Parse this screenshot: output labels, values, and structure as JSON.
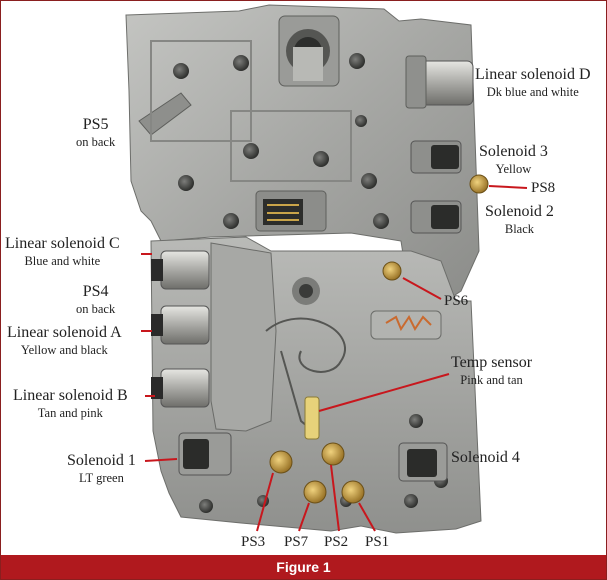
{
  "caption": "Figure 1",
  "labels": {
    "linear_solenoid_d": {
      "name": "Linear solenoid D",
      "desc": "Dk blue and white"
    },
    "ps5": {
      "name": "PS5",
      "desc": "on back"
    },
    "solenoid_3": {
      "name": "Solenoid 3",
      "desc": "Yellow"
    },
    "ps8": {
      "name": "PS8"
    },
    "solenoid_2": {
      "name": "Solenoid 2",
      "desc": "Black"
    },
    "linear_solenoid_c": {
      "name": "Linear solenoid C",
      "desc": "Blue and white"
    },
    "ps4": {
      "name": "PS4",
      "desc": "on back"
    },
    "ps6": {
      "name": "PS6"
    },
    "linear_solenoid_a": {
      "name": "Linear solenoid A",
      "desc": "Yellow and black"
    },
    "temp_sensor": {
      "name": "Temp sensor",
      "desc": "Pink and tan"
    },
    "linear_solenoid_b": {
      "name": "Linear solenoid B",
      "desc": "Tan and pink"
    },
    "solenoid_1": {
      "name": "Solenoid 1",
      "desc": "LT green"
    },
    "solenoid_4": {
      "name": "Solenoid 4"
    },
    "ps3": {
      "name": "PS3"
    },
    "ps7": {
      "name": "PS7"
    },
    "ps2": {
      "name": "PS2"
    },
    "ps1": {
      "name": "PS1"
    }
  },
  "colors": {
    "leader": "#c8171d",
    "caption_bar": "#b0191e",
    "casting": "#a9aaa7",
    "brass": "#c9a449"
  }
}
